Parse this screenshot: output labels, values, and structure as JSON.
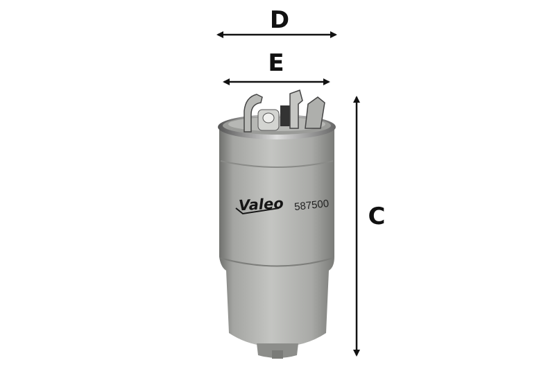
{
  "dimensions": {
    "d_label": "D",
    "e_label": "E",
    "c_label": "C"
  },
  "product": {
    "brand": "Valeo",
    "part_number": "587500",
    "colors": {
      "body": "#a9aaa7",
      "arrow": "#111111"
    }
  }
}
